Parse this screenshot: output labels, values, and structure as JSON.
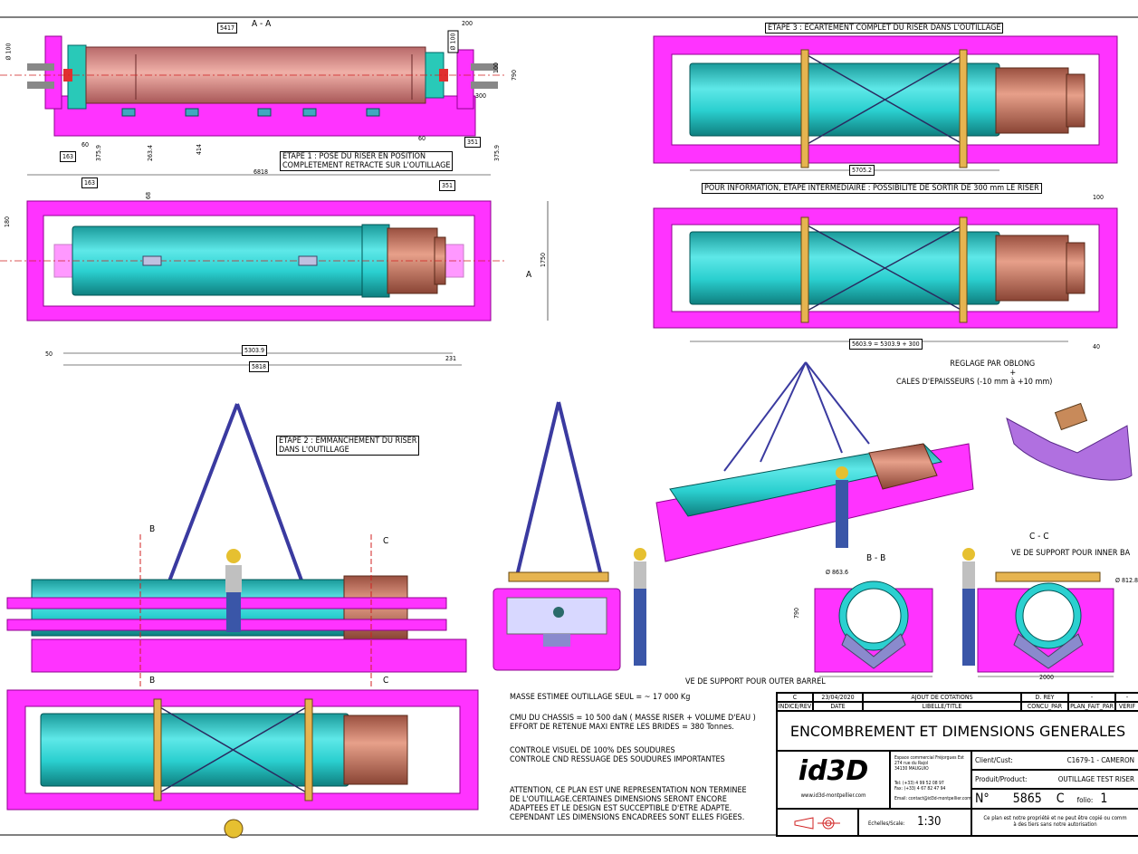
{
  "views": {
    "section_aa": "A - A",
    "step1": [
      "ETAPE 1 : POSE DU RISER EN POSITION",
      "COMPLETEMENT RETRACTE SUR L'OUTILLAGE"
    ],
    "step2": [
      "ETAPE 2 : EMMANCHEMENT DU RISER",
      "DANS L'OUTILLAGE"
    ],
    "step3": "ETAPE 3 : ECARTEMENT COMPLET DU RISER DANS L'OUTILLAGE",
    "intermediate": "POUR INFORMATION, ETAPE INTERMEDIAIRE : POSSIBILITE DE SORTIR DE 300 mm LE RISER",
    "adjust": [
      "REGLAGE PAR OBLONG",
      "+",
      "CALES D'EPAISSEURS (-10 mm à +10 mm)"
    ],
    "section_bb": "B - B",
    "section_cc": "C - C",
    "marker_a": "A",
    "marker_b": "B",
    "marker_c": "C",
    "outer_barrel": "VE DE SUPPORT POUR OUTER BARREL",
    "inner_barrel": "VE DE SUPPORT POUR INNER BA"
  },
  "dims": {
    "d5417": "5417",
    "d200": "200",
    "d100a": "Ø 100",
    "d100b": "Ø 100",
    "d100c": "100",
    "d790a": "790",
    "d300": "300",
    "d60a": "60",
    "d60b": "60",
    "d163a": "163",
    "d3759a": "375.9",
    "d2634": "263.4",
    "d414": "414",
    "d351a": "351",
    "d3759b": "375.9",
    "d6818": "6818",
    "d163b": "163",
    "d68": "68",
    "d351b": "351",
    "d180": "180",
    "d1750": "1750",
    "d50": "50",
    "d53039": "5303.9",
    "d231": "231",
    "d5818": "5818",
    "d56052": "5705.2",
    "d100d": "100",
    "d56039": "5603.9 = 5303.9 + 300",
    "d40": "40",
    "d8636": "Ø 863.6",
    "d790b": "790",
    "d2000": "2000",
    "d8128": "Ø 812.8"
  },
  "notes": {
    "mass": "MASSE ESTIMEE OUTILLAGE SEUL = ~ 17 000 Kg",
    "cmu": "CMU DU CHASSIS = 10 500 daN ( MASSE RISER + VOLUME D'EAU )",
    "effort": "EFFORT DE RETENUE MAXI ENTRE LES BRIDES = 380 Tonnes.",
    "control1": "CONTROLE VISUEL DE 100% DES SOUDURES",
    "control2": "CONTROLE CND RESSUAGE DES SOUDURES IMPORTANTES",
    "warning": [
      "ATTENTION, CE PLAN EST UNE REPRESENTATION NON TERMINEE",
      "DE L'OUTILLAGE.CERTAINES DIMENSIONS SERONT ENCORE",
      "ADAPTEES ET LE DESIGN EST SUCCEPTIBLE D'ETRE ADAPTE.",
      "CEPENDANT LES DIMENSIONS ENCADREES SONT ELLES FIGEES."
    ]
  },
  "title_block": {
    "rev": "C",
    "date": "23/04/2020",
    "change": "AJOUT DE COTATIONS",
    "author": "D. REY",
    "dash": "-",
    "h_rev": "INDICE/REV",
    "h_date": "DATE",
    "h_label": "LIBELLE/TITLE",
    "h_concu": "CONCU_PAR",
    "h_plan": "PLAN_FAIT_PAR",
    "h_verif": "VERIF",
    "title": "ENCOMBREMENT ET DIMENSIONS GENERALES",
    "logo": "id3D",
    "website": "www.id3d-montpellier.com",
    "address": [
      "Espace commercial Fréjorgues Est",
      "274 rue du Rajol",
      "34130 MAUGUIO"
    ],
    "phone": [
      "Tel: (+33) 4 99 52 08 97",
      "Fax: (+33) 4 67 82 47 94"
    ],
    "email": "Email: contact@id3d-montpellier.com",
    "client_label": "Client/Cust:",
    "client_value": "C1679-1 - CAMERON",
    "product_label": "Produit/Product:",
    "product_value": "OUTILLAGE TEST RISER",
    "no_label": "N°",
    "no_value": "5865",
    "index_value": "C",
    "folio_label": "folio:",
    "folio_value": "1",
    "scale_label": "Echelles/Scale:",
    "scale_value": "1:30",
    "property": [
      "Ce plan est notre propriété et ne peut être copié ou comm",
      "à des tiers sans notre autorisation"
    ]
  },
  "colors": {
    "frame": "#ff33ff",
    "frame_dark": "#b000b0",
    "cyan": "#22c8c8",
    "copper": "#c87860",
    "sling": "#3a3aa0",
    "steel": "#a0a0c8"
  }
}
